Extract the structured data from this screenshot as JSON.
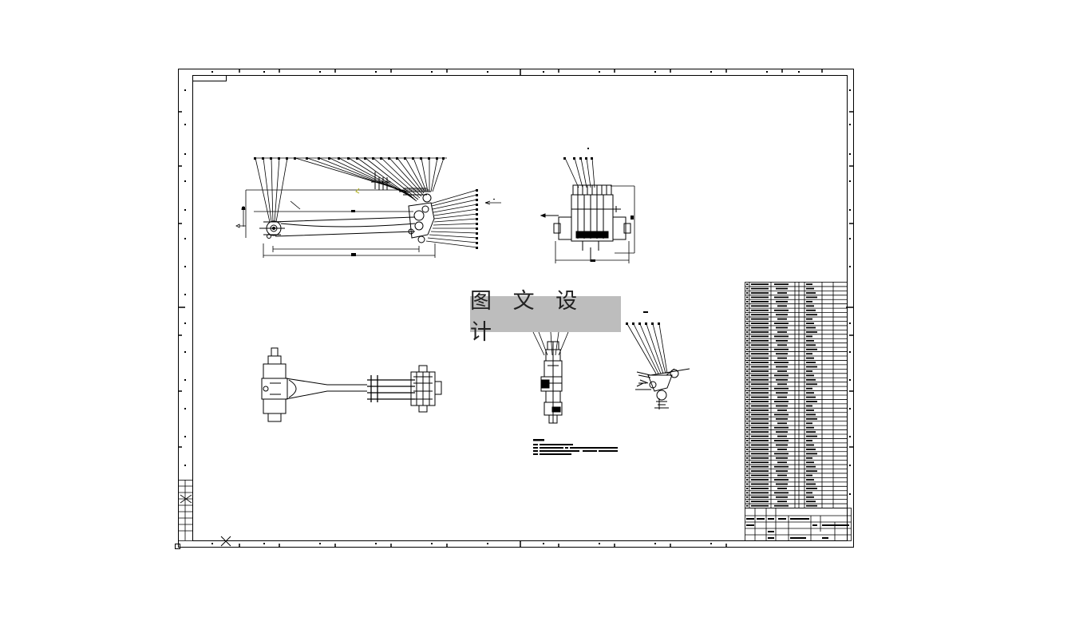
{
  "watermark": {
    "text": "图 文 设 计"
  },
  "drawing": {
    "views": [
      "front-view",
      "side-view",
      "top-view",
      "detail-view-a",
      "detail-view-b"
    ],
    "parts_list_rows": 52
  }
}
